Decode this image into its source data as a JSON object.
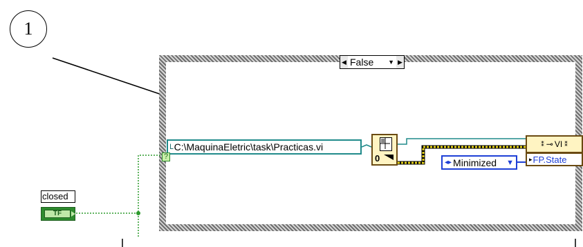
{
  "callout": {
    "number": "1"
  },
  "case_structure": {
    "selector_value": "False"
  },
  "path_constant": {
    "value": "C:\\MaquinaEletric\\task\\Practicas.vi"
  },
  "tunnel": {
    "symbol": "?"
  },
  "open_vi_reference": {
    "input_value": "0"
  },
  "enum_constant": {
    "value": "Minimized"
  },
  "property_node": {
    "class_label": "VI",
    "property": "FP.State"
  },
  "closed_control": {
    "label": "closed",
    "value_text": "TF"
  },
  "colors": {
    "boolean_wire": "#2c9a2c",
    "path_wire": "#1f8a8a",
    "refnum_wire": "#6a4a12",
    "enum_wire": "#1d3fd6",
    "error_wire_yellow": "#e6d21a"
  },
  "icons": {
    "case_dec": "left-triangle-icon",
    "case_inc": "right-triangle-icon",
    "case_menu": "dropdown-triangle-icon",
    "path_glyph": "path-glyph-icon",
    "open_vi_ref_icon": "grid-window-icon",
    "enum_arrows": "up-down-arrows-icon"
  }
}
